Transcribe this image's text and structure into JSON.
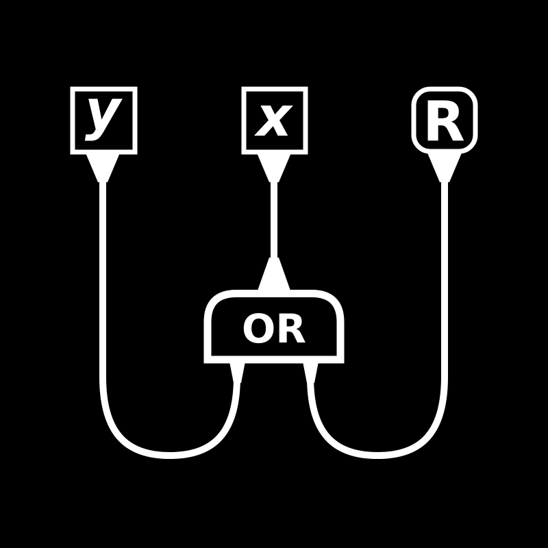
{
  "diagram_type": "logic-circuit-icon",
  "colors": {
    "background": "#000000",
    "line": "#ffffff"
  },
  "terminals": {
    "y": {
      "label": "y",
      "shape": "square",
      "position": "top-left"
    },
    "x": {
      "label": "x",
      "shape": "square",
      "position": "top-center"
    },
    "r": {
      "label": "R",
      "shape": "rounded-square",
      "position": "top-right"
    }
  },
  "gate": {
    "label": "OR",
    "position": "center"
  },
  "connections": [
    {
      "from": "y",
      "to": "OR bottom-left pin",
      "shape": "down then U-turn up"
    },
    {
      "from": "x",
      "to": "OR top input",
      "shape": "straight down into triangle inlet"
    },
    {
      "from": "R",
      "to": "OR bottom-right pin",
      "shape": "down then U-turn up"
    }
  ]
}
